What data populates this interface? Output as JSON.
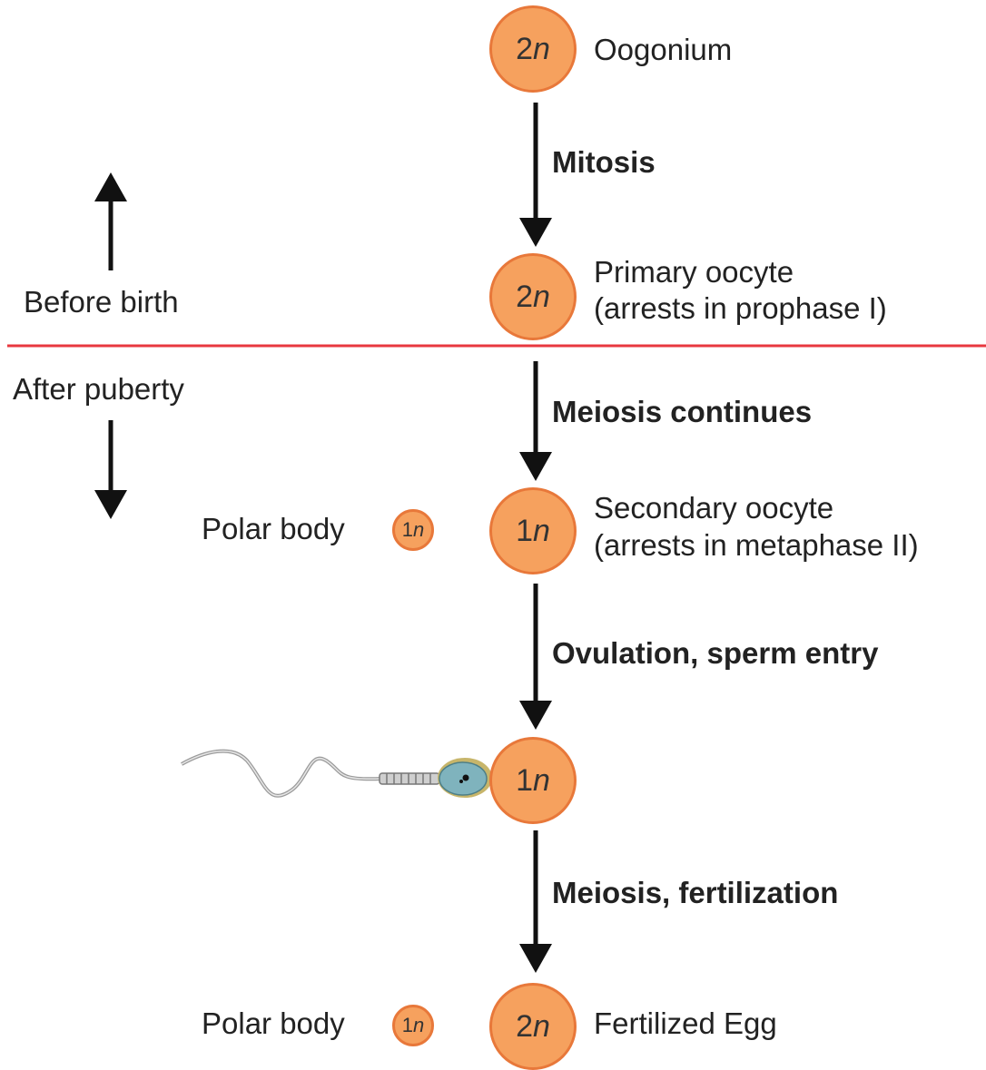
{
  "stages": [
    {
      "id": "oogonium",
      "ploidy_num": "2",
      "ploidy_var": "n",
      "label": [
        "Oogonium"
      ]
    },
    {
      "id": "primary",
      "ploidy_num": "2",
      "ploidy_var": "n",
      "label": [
        "Primary oocyte",
        "(arrests in prophase I)"
      ]
    },
    {
      "id": "secondary",
      "ploidy_num": "1",
      "ploidy_var": "n",
      "label": [
        "Secondary oocyte",
        "(arrests in metaphase II)"
      ]
    },
    {
      "id": "sperm_entry",
      "ploidy_num": "1",
      "ploidy_var": "n",
      "label": []
    },
    {
      "id": "fertilized",
      "ploidy_num": "2",
      "ploidy_var": "n",
      "label": [
        "Fertilized Egg"
      ]
    }
  ],
  "steps": [
    "Mitosis",
    "Meiosis continues",
    "Ovulation, sperm entry",
    "Meiosis, fertilization"
  ],
  "polar_bodies": [
    {
      "label": "Polar body",
      "ploidy_num": "1",
      "ploidy_var": "n"
    },
    {
      "label": "Polar body",
      "ploidy_num": "1",
      "ploidy_var": "n"
    }
  ],
  "timeline": {
    "before": "Before birth",
    "after": "After puberty"
  },
  "colors": {
    "cell_fill": "#f6a15e",
    "cell_border": "#e8783a",
    "divider": "#e8383f",
    "arrow": "#111111",
    "sperm_head": "#7fb3bd"
  }
}
